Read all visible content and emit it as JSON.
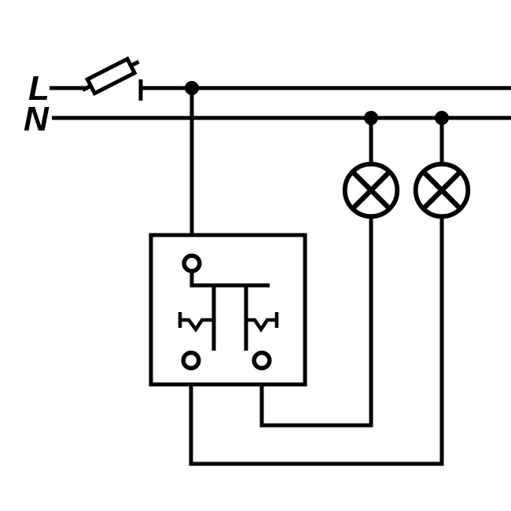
{
  "diagram": {
    "labels": {
      "live": "L",
      "neutral": "N"
    },
    "colors": {
      "ink": "#000000",
      "background": "#ffffff"
    },
    "components": {
      "supply": [
        "live-conductor",
        "neutral-conductor"
      ],
      "protection": "fuse-disconnector-symbol",
      "control": "two-gang-switch-symbol",
      "loads": [
        "lamp-symbol",
        "lamp-symbol"
      ]
    }
  }
}
